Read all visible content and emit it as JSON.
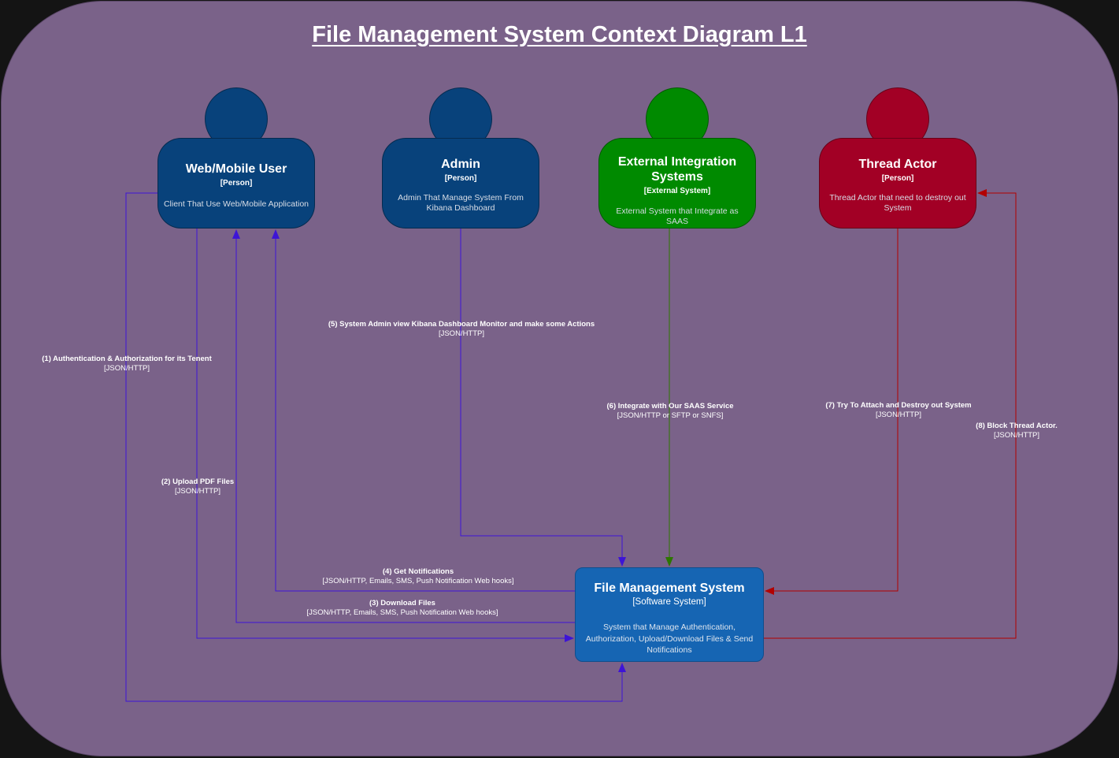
{
  "title": "File Management System Context Diagram L1",
  "colors": {
    "boundary": "#7a6289",
    "person_blue": "#08427b",
    "external_green": "#008a00",
    "threat_red": "#a20025",
    "system_blue": "#1665b3",
    "arrow_blue": "#3d14d6",
    "arrow_green": "#2d7600",
    "arrow_red": "#b20000"
  },
  "nodes": {
    "web_user": {
      "name": "Web/Mobile User",
      "type": "[Person]",
      "description": "Client That Use Web/Mobile Application"
    },
    "admin": {
      "name": "Admin",
      "type": "[Person]",
      "description": "Admin That Manage System From Kibana Dashboard"
    },
    "external": {
      "name": "External Integration Systems",
      "type": "[External System]",
      "description": "External System that Integrate as SAAS"
    },
    "thread_actor": {
      "name": "Thread Actor",
      "type": "[Person]",
      "description": "Thread Actor that need to destroy out System"
    },
    "fms": {
      "name": "File Management System",
      "type": "[Software System]",
      "description": "System that Manage Authentication, Authorization, Upload/Download Files & Send Notifications"
    }
  },
  "edges": {
    "e1": {
      "label": "(1) Authentication & Authorization for its Tenent",
      "protocol": "[JSON/HTTP]"
    },
    "e2": {
      "label": "(2) Upload PDF Files",
      "protocol": "[JSON/HTTP]"
    },
    "e3": {
      "label": "(3) Download Files",
      "protocol": "[JSON/HTTP, Emails, SMS, Push Notification Web hooks]"
    },
    "e4": {
      "label": "(4) Get Notifications",
      "protocol": "[JSON/HTTP, Emails, SMS, Push Notification Web hooks]"
    },
    "e5": {
      "label": "(5) System Admin view Kibana Dashboard Monitor and make some Actions",
      "protocol": "[JSON/HTTP]"
    },
    "e6": {
      "label": "(6) Integrate with Our SAAS Service",
      "protocol": "[JSON/HTTP or SFTP or SNFS]"
    },
    "e7": {
      "label": "(7) Try To Attach and Destroy out System",
      "protocol": "[JSON/HTTP]"
    },
    "e8": {
      "label": "(8) Block Thread Actor.",
      "protocol": "[JSON/HTTP]"
    }
  }
}
